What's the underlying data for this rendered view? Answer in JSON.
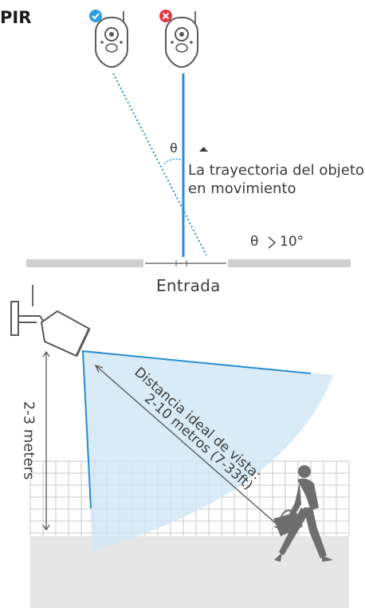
{
  "title": "PIR",
  "top_diagram": {
    "angle_symbol": "θ",
    "trajectory_label": "La trayectoria del objeto en movimiento",
    "angle_condition_theta": "θ",
    "angle_condition_value": "10°",
    "entrance_label": "Entrada",
    "cameras": [
      {
        "status": "correct",
        "badge_color": "#2a9fe0",
        "badge_icon": "check-icon"
      },
      {
        "status": "incorrect",
        "badge_color": "#e2373f",
        "badge_icon": "cross-icon"
      }
    ]
  },
  "bottom_diagram": {
    "height_label": "2-3 meters",
    "distance_line1": "Distancia ideal de vista:",
    "distance_line2": "2-10 metros (7-33ft)"
  },
  "colors": {
    "accent_blue": "#2a8ccf",
    "cone_fill": "#cfe7f4",
    "ground": "#e6e6e6",
    "grid": "#c9c9c9",
    "person": "#6e6e6e"
  }
}
